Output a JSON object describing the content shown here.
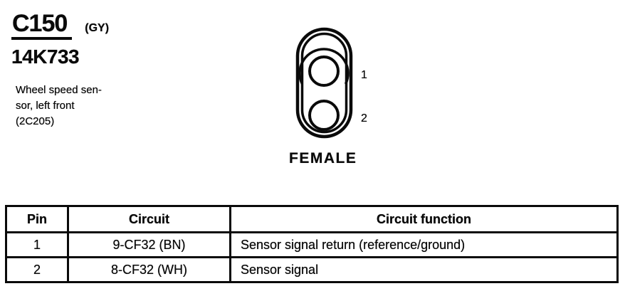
{
  "page": {
    "background": "#ffffff",
    "ink": "#0a0a0a"
  },
  "header": {
    "connector_id": "C150",
    "color_code": "(GY)",
    "part_number": "14K733",
    "description_lines": [
      "Wheel speed sen-",
      "sor, left front",
      "(2C205)"
    ]
  },
  "connector": {
    "gender_label": "FEMALE",
    "pins": [
      {
        "label": "1"
      },
      {
        "label": "2"
      }
    ]
  },
  "table": {
    "columns": [
      "Pin",
      "Circuit",
      "Circuit function"
    ],
    "rows": [
      {
        "pin": "1",
        "circuit": "9-CF32 (BN)",
        "function": "Sensor signal return (reference/ground)"
      },
      {
        "pin": "2",
        "circuit": "8-CF32 (WH)",
        "function": "Sensor signal"
      }
    ]
  }
}
